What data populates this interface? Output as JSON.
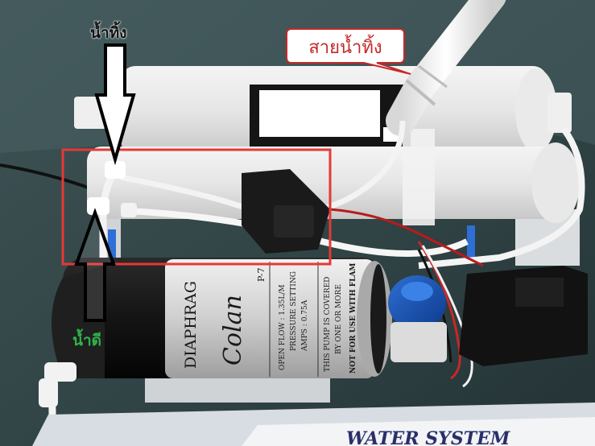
{
  "annotations": {
    "top_label": "น้ำทิ้ง",
    "bottom_label": "น้ำดี",
    "callout_label": "สายน้ำทิ้ง"
  },
  "pump_print": {
    "brand_left": "DIAPHRAG",
    "brand_right": "Colan",
    "model": "P-7",
    "spec_1": "OPEN FLOW : 1.35L/M",
    "spec_2": "PRESSURE SETTING",
    "spec_3": "AMPS : 0.75A",
    "spec_4": "THIS PUMP IS COVERED",
    "spec_5": "BY ONE OR MORE",
    "spec_6": "NOT FOR USE WITH FLAM"
  },
  "plate_text": "WATER SYSTEM",
  "colors": {
    "highlight_box": "#e53935",
    "callout_border": "#c62828",
    "bottom_label": "#2fb34a",
    "arrow_stroke": "#000000"
  }
}
